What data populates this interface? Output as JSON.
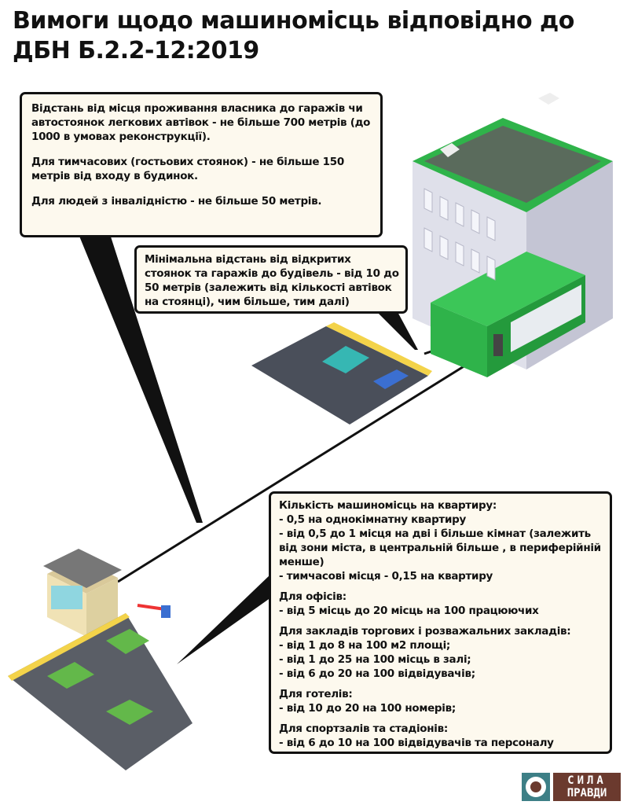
{
  "title": "Вимоги щодо машиномісць відповідно до ДБН Б.2.2-12:2019",
  "box_distance": {
    "p1": "Відстань від місця проживання власника до гаражів чи автостоянок легкових автівок - не більше 700 метрів (до 1000 в умовах реконструкції).",
    "p2": "Для тимчасових (гостьових стоянок) - не більше 150 метрів від входу в будинок.",
    "p3": "Для людей з інвалідністю - не більше 50 метрів."
  },
  "box_min_distance": {
    "text": "Мінімальна відстань від відкритих стоянок та гаражів до будівель - від 10 до 50 метрів (залежить від кількості автівок на стоянці), чим більше, тим далі)"
  },
  "box_norms": {
    "sections": [
      {
        "heading": "Кількість машиномісць на квартиру:",
        "items": [
          "- 0,5 на однокімнатну квартиру",
          "- від 0,5 до 1 місця на дві і більше кімнат (залежить від зони міста, в центральній більше , в периферійній менше)",
          "- тимчасові місця - 0,15 на квартиру"
        ]
      },
      {
        "heading": "Для офісів:",
        "items": [
          "- від 5 місць до 20 місць на 100 працюючих"
        ]
      },
      {
        "heading": "Для закладів торгових і розважальних закладів:",
        "items": [
          "- від 1 до 8 на 100 м2 площі;",
          "- від 1 до 25 на 100 місць в залі;",
          "- від 6 до 20 на 100 відвідувачів;"
        ]
      },
      {
        "heading": "Для готелів:",
        "items": [
          "- від 10 до 20 на 100 номерів;"
        ]
      },
      {
        "heading": "Для спортзалів та стадіонів:",
        "items": [
          "- від 6 до 10 на 100 відвідувачів та персоналу"
        ]
      }
    ]
  },
  "logo": {
    "line1": "СИЛА",
    "line2": "ПРАВДИ"
  },
  "colors": {
    "green": "#2fb34a",
    "teal": "#3d7f86",
    "brown": "#6b3a2e",
    "box": "#fdf9ee"
  }
}
